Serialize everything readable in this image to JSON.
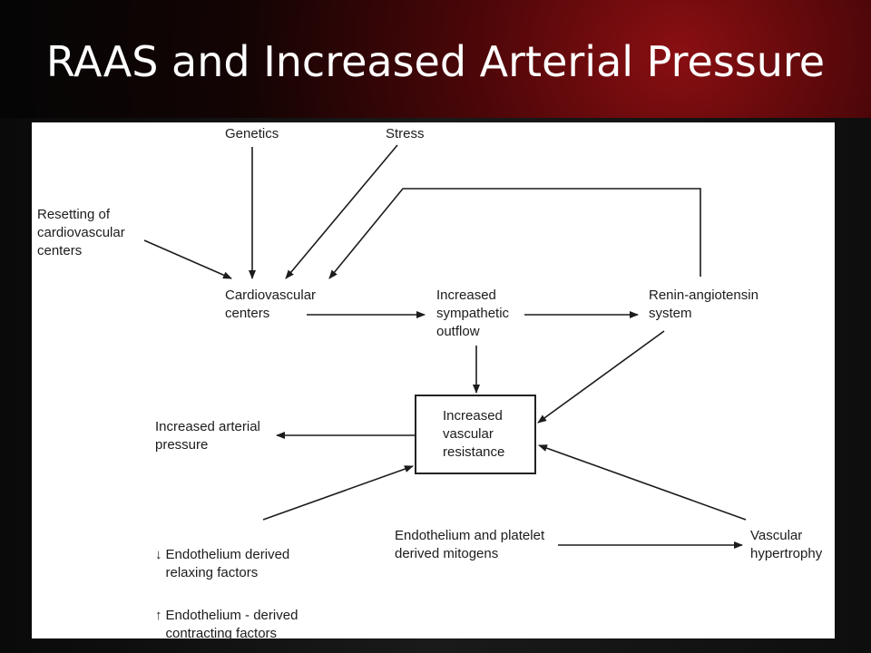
{
  "slide": {
    "title": "RAAS and Increased Arterial Pressure"
  },
  "diagram": {
    "nodes": {
      "genetics": "Genetics",
      "stress": "Stress",
      "resetting": "Resetting of\ncardiovascular\ncenters",
      "cardiovascular_centers": "Cardiovascular\ncenters",
      "sympathetic_outflow": "Increased\nsympathetic\noutflow",
      "renin_angiotensin": "Renin-angiotensin\nsystem",
      "vascular_resistance": "Increased\nvascular\nresistance",
      "arterial_pressure": "Increased arterial\npressure",
      "edrf_glyph": "↓",
      "edrf": "Endothelium derived\nrelaxing factors",
      "edcf_glyph": "↑",
      "edcf": "Endothelium - derived\ncontracting factors",
      "mitogens": "Endothelium and platelet\nderived mitogens",
      "hypertrophy": "Vascular\nhypertrophy"
    }
  }
}
